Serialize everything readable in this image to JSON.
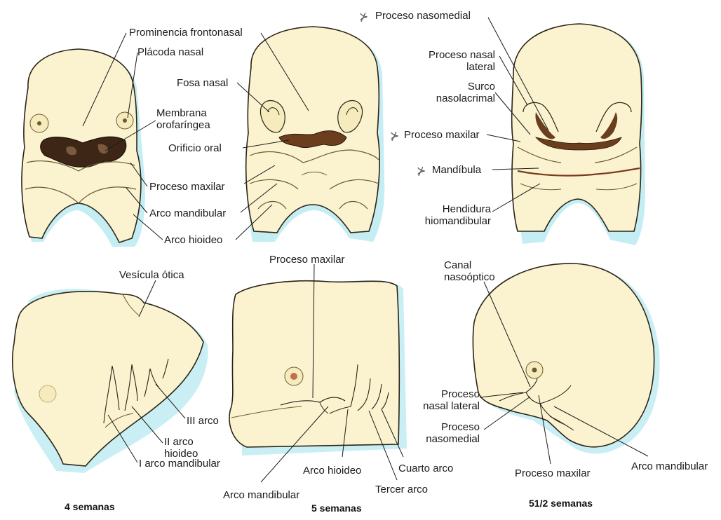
{
  "colors": {
    "tissue": "#fbf3cf",
    "tissue_shade": "#f0e4b0",
    "outline": "#2a2416",
    "shadow": "#8fdbe8",
    "cavity": "#5a3b22",
    "leader": "#1a1a1a"
  },
  "captions": {
    "week4": "4 semanas",
    "week5": "5 semanas",
    "week5_5": "51/2 semanas"
  },
  "labels": {
    "prominencia_frontonasal": "Prominencia frontonasal",
    "placoda_nasal": "Plácoda nasal",
    "membrana_orofaringea": "Membrana\norofaríngea",
    "proceso_maxilar_4": "Proceso maxilar",
    "arco_mandibular_4": "Arco mandibular",
    "arco_hioideo_4": "Arco hioideo",
    "fosa_nasal": "Fosa nasal",
    "orificio_oral": "Orificio oral",
    "proceso_nasomedial_top": "Proceso nasomedial",
    "proceso_nasal_lateral_top": "Proceso nasal\nlateral",
    "surco_nasolacrimal": "Surco\nnasolacrimal",
    "proceso_maxilar_55": "Proceso maxilar",
    "mandibula": "Mandíbula",
    "hendidura_hiomandibular": "Hendidura\nhiomandibular",
    "vesicula_otica": "Vesícula ótica",
    "iii_arco": "III arco",
    "ii_arco_hioideo": "II arco\nhioideo",
    "i_arco_mandibular": "I arco mandibular",
    "proceso_maxilar_5": "Proceso maxilar",
    "arco_hioideo_5": "Arco hioideo",
    "cuarto_arco": "Cuarto arco",
    "tercer_arco": "Tercer arco",
    "arco_mandibular_5": "Arco mandibular",
    "canal_nasooptico": "Canal\nnasoóptico",
    "proceso_nasal_lateral_side": "Proceso\nnasal lateral",
    "proceso_nasomedial_side": "Proceso\nnasomedial",
    "proceso_maxilar_side": "Proceso maxilar",
    "arco_mandibular_side": "Arco mandibular"
  },
  "markers": {
    "cross": "⊁"
  }
}
